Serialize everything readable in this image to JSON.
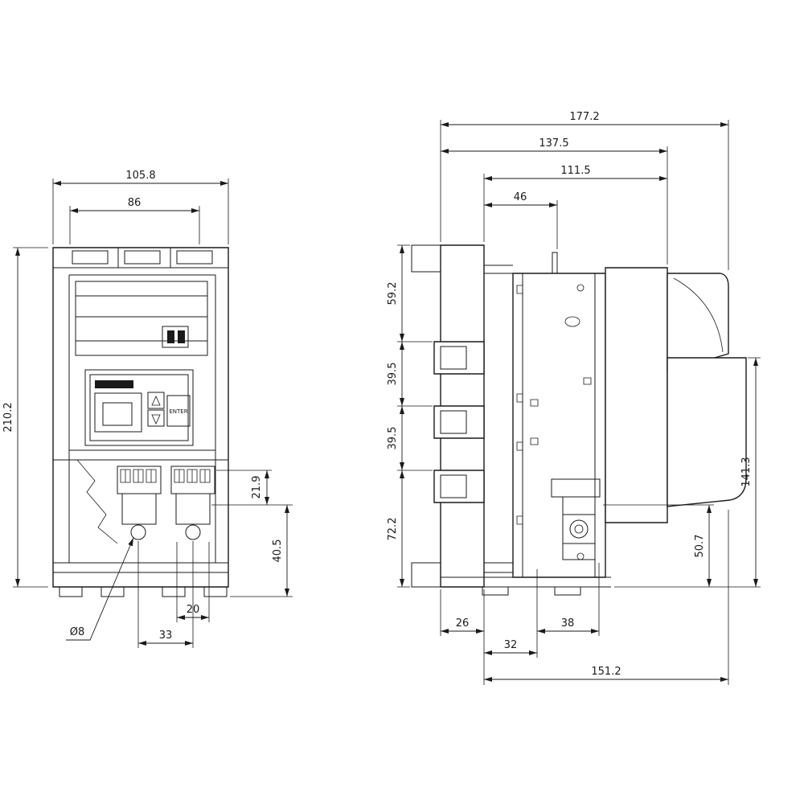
{
  "colors": {
    "line": "#1a1a1a",
    "background": "#ffffff"
  },
  "front_view": {
    "dim_overall_width": "105.8",
    "dim_terminal_cover_width": "86",
    "dim_overall_height": "210.2",
    "dim_terminal_to_hole": "21.9",
    "dim_hole_to_base": "40.5",
    "dim_hole_width": "20",
    "dim_hole_pitch": "33",
    "label_hole_diameter": "Ø8",
    "display": {
      "enter_button": "ENTER"
    }
  },
  "side_view": {
    "dim_overall_depth": "177.2",
    "dim_depth_to_front_face": "137.5",
    "dim_depth_from_plate": "111.5",
    "dim_top_offset": "46",
    "dim_top_to_terminal1": "59.2",
    "dim_terminal_pitch_1": "39.5",
    "dim_terminal_pitch_2": "39.5",
    "dim_terminal3_to_base": "72.2",
    "dim_front_panel_height": "141.3",
    "dim_lower_terminal_height": "50.7",
    "dim_base_left": "26",
    "dim_base_terminal": "38",
    "dim_base_inner": "32",
    "dim_base_overall": "151.2"
  }
}
